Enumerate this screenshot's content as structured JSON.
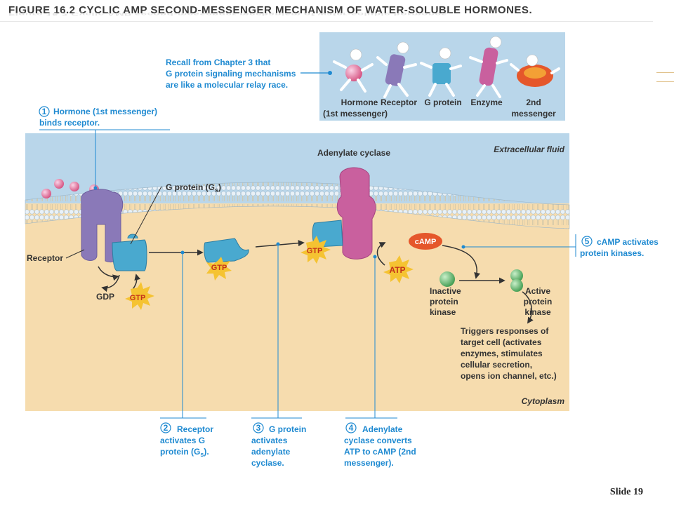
{
  "title": "Figure 16.2  Cyclic AMP second-messenger mechanism of water-soluble hormones.",
  "slide_label": "Slide 19",
  "relay": {
    "note_lines": [
      "Recall from Chapter 3 that",
      "G protein signaling mechanisms",
      "are like a molecular relay race."
    ],
    "runners": [
      "Hormone",
      "Receptor",
      "G protein",
      "Enzyme",
      "2nd"
    ],
    "runner_sub": [
      "(1st messenger)",
      "messenger"
    ]
  },
  "regions": {
    "extracellular": "Extracellular fluid",
    "cytoplasm": "Cytoplasm"
  },
  "labels": {
    "adenylate_cyclase": "Adenylate cyclase",
    "g_protein": "G protein (G",
    "g_protein_sub": "s",
    "g_protein_close": ")",
    "receptor": "Receptor",
    "gdp": "GDP",
    "gtp": "GTP",
    "atp": "ATP",
    "camp": "cAMP",
    "inactive_kinase": [
      "Inactive",
      "protein",
      "kinase"
    ],
    "active_kinase": [
      "Active",
      "protein",
      "kinase"
    ],
    "responses": [
      "Triggers responses of",
      "target cell (activates",
      "enzymes, stimulates",
      "cellular secretion,",
      "opens ion channel, etc.)"
    ]
  },
  "steps": [
    {
      "num": "1",
      "lines": [
        "Hormone (1st messenger)",
        "binds receptor."
      ]
    },
    {
      "num": "2",
      "lines": [
        "Receptor",
        "activates G",
        "protein (G",
        "s",
        ")."
      ]
    },
    {
      "num": "3",
      "lines": [
        "G protein",
        "activates",
        "adenylate",
        "cyclase."
      ]
    },
    {
      "num": "4",
      "lines": [
        "Adenylate",
        "cyclase converts",
        "ATP to cAMP (2nd",
        "messenger)."
      ]
    },
    {
      "num": "5",
      "lines": [
        "cAMP activates",
        "protein kinases."
      ]
    }
  ],
  "colors": {
    "extracellular": "#b9d6ea",
    "cytoplasm": "#f6dcae",
    "membrane": "#cfe3ef",
    "receptor": "#8a79b8",
    "g_protein": "#49a9cf",
    "adenylate_cyclase": "#c9609e",
    "gtp_star": "#f5c332",
    "camp": "#e5572b",
    "kinase": "#7fc27f",
    "step_text": "#1f8ad1"
  }
}
